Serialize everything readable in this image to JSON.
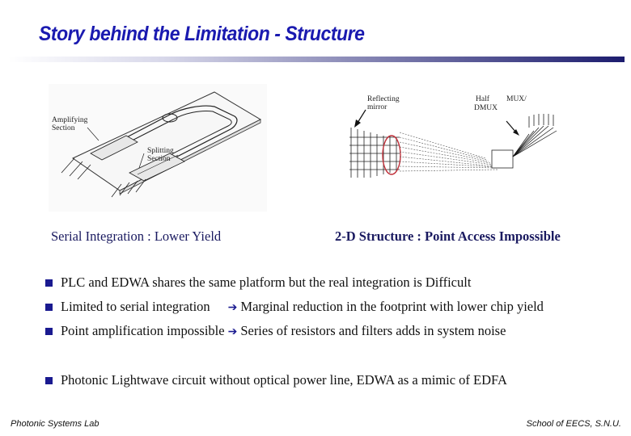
{
  "title": "Story behind the Limitation - Structure",
  "figures": {
    "left": {
      "labels": {
        "reflecting": "Reflecting mirror",
        "amplifying": "Amplifying Section",
        "splitting": "Splitting Section"
      }
    },
    "right": {
      "labels": {
        "half": "Half",
        "mux": "MUX/",
        "dmux": "DMUX"
      }
    }
  },
  "captions": {
    "left": "Serial Integration : Lower Yield",
    "right": "2-D Structure : Point Access Impossible"
  },
  "bullets": [
    {
      "text": "PLC and EDWA shares the same platform but the real integration is Difficult"
    },
    {
      "text": "Limited to serial integration",
      "arrow": "➔",
      "text2": "Marginal reduction in the footprint with lower chip yield"
    },
    {
      "text": "Point amplification impossible",
      "arrow": "➔",
      "text2": "Series of resistors and filters adds in system noise"
    },
    {
      "text": "Photonic Lightwave circuit without optical power line, EDWA as a mimic of EDFA"
    }
  ],
  "footer": {
    "left": "Photonic Systems Lab",
    "right": "School of EECS, S.N.U."
  },
  "colors": {
    "title": "#1a1ab0",
    "bullet": "#1a1a90"
  }
}
